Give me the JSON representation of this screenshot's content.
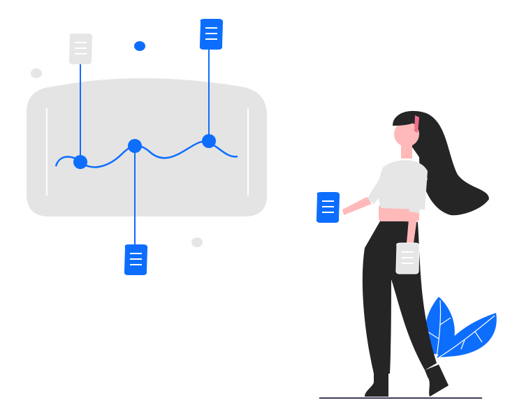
{
  "illustration": {
    "colors": {
      "accent": "#0d6efd",
      "panel": "#e4e4e4",
      "light_gray": "#e6e6e6",
      "hair": "#252525",
      "skin": "#ffb9b9",
      "headband": "#f16d8c",
      "ground": "#3f3d56"
    },
    "chart_points": 3,
    "documents_blue": 3,
    "documents_gray": 2
  }
}
